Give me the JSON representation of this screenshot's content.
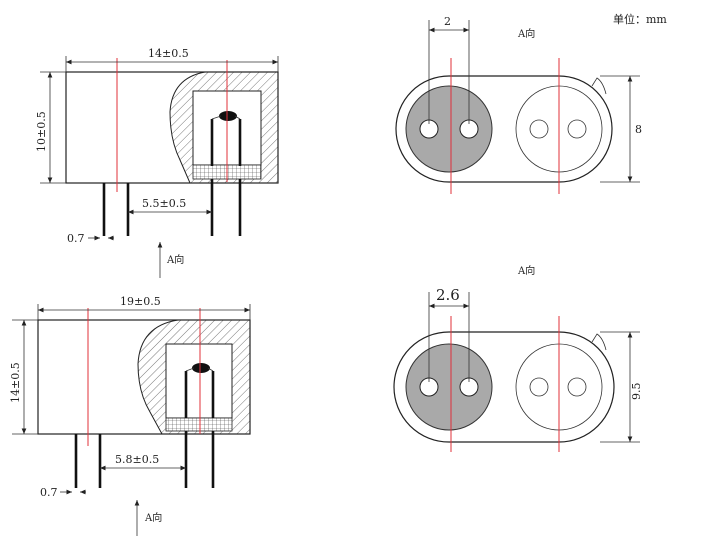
{
  "unit_label": "单位：mm",
  "views": [
    {
      "id": "top-side",
      "width_dim": "14±0.5",
      "height_dim": "10±0.5",
      "pin_spacing_dim": "5.5±0.5",
      "pin_width_dim": "0.7",
      "arrow_label": "A向"
    },
    {
      "id": "bottom-side",
      "width_dim": "19±0.5",
      "height_dim": "14±0.5",
      "pin_spacing_dim": "5.8±0.5",
      "pin_width_dim": "0.7",
      "arrow_label": "A向"
    }
  ],
  "end_views": [
    {
      "id": "top-end",
      "view_label": "A向",
      "hole_spacing_dim": "2",
      "height_dim": "8"
    },
    {
      "id": "bottom-end",
      "view_label": "A向",
      "hole_spacing_dim": "2.6",
      "height_dim": "9.5"
    }
  ]
}
